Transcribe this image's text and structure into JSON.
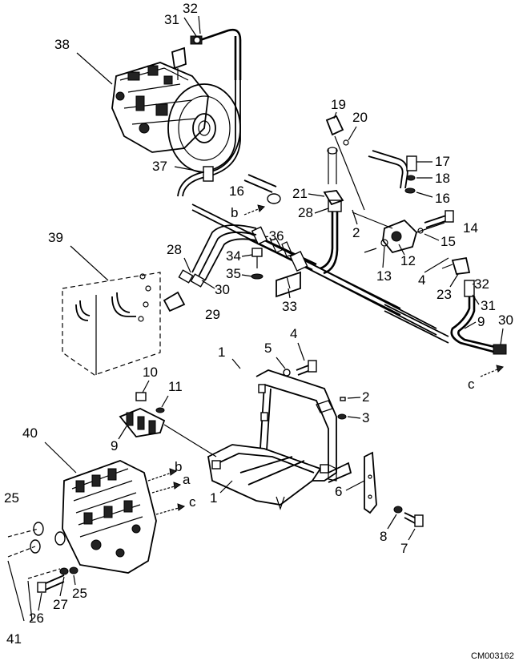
{
  "drawing_code": "CM003162",
  "labels": {
    "l1a": "1",
    "l1b": "1",
    "l2a": "2",
    "l2b": "2",
    "l3": "3",
    "l4a": "4",
    "l4b": "4",
    "l5": "5",
    "l6": "6",
    "l7": "7",
    "l8": "8",
    "l9a": "9",
    "l9b": "9",
    "l10": "10",
    "l11": "11",
    "l12": "12",
    "l13": "13",
    "l14": "14",
    "l15": "15",
    "l16a": "16",
    "l16b": "16",
    "l17": "17",
    "l18": "18",
    "l19": "19",
    "l20": "20",
    "l21": "21",
    "l23": "23",
    "l25a": "25",
    "l25b": "25",
    "l26": "26",
    "l27": "27",
    "l28a": "28",
    "l28b": "28",
    "l29": "29",
    "l30a": "30",
    "l30b": "30",
    "l31a": "31",
    "l31b": "31",
    "l32a": "32",
    "l32b": "32",
    "l33": "33",
    "l34": "34",
    "l35": "35",
    "l36": "-36",
    "l37": "37",
    "l38": "38",
    "l39": "39",
    "l40": "40",
    "l41": "41",
    "ref_a": "a",
    "ref_b1": "b",
    "ref_b2": "b",
    "ref_c1": "c",
    "ref_c2": "c"
  }
}
